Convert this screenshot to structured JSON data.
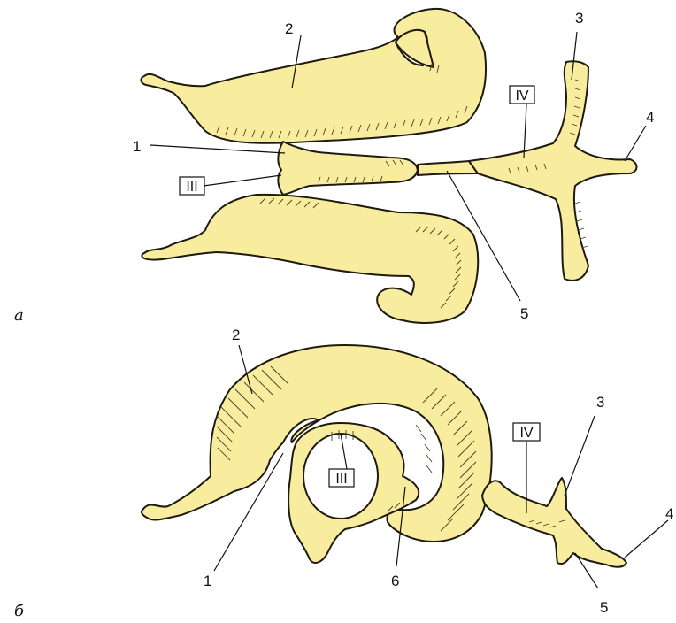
{
  "panel_a": {
    "panel_letter": "а",
    "labels": {
      "n1": "1",
      "n2": "2",
      "n3": "3",
      "n4": "4",
      "n5": "5",
      "III": "III",
      "IV": "IV"
    }
  },
  "panel_b": {
    "panel_letter": "б",
    "labels": {
      "n1": "1",
      "n2": "2",
      "n3": "3",
      "n4": "4",
      "n5": "5",
      "n6": "6",
      "III": "III",
      "IV": "IV"
    }
  },
  "colors": {
    "structure_fill": "#f8ec9e",
    "outline": "#1f1a10"
  }
}
